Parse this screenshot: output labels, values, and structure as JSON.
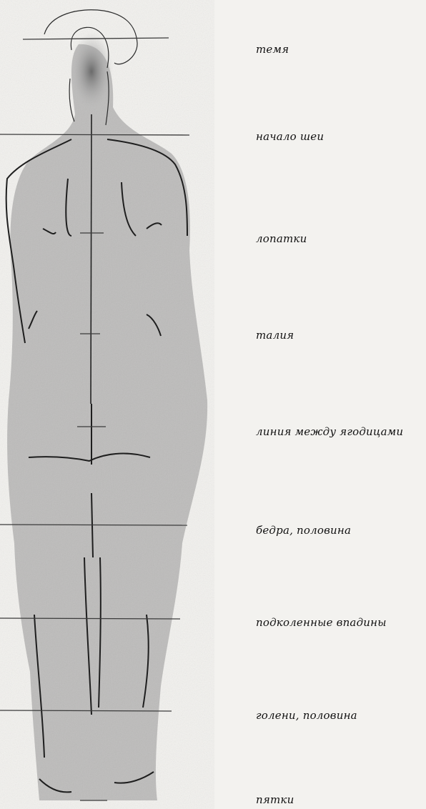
{
  "labels": {
    "crown": "темя",
    "neck_start": "начало шеи",
    "shoulder_blades": "лопатки",
    "waist": "талия",
    "gluteal_line": "линия между ягодицами",
    "thighs_half": "бедра, половина",
    "knee_hollows": "подколенные впадины",
    "shins_half": "голени, половина",
    "heels": "пятки"
  }
}
